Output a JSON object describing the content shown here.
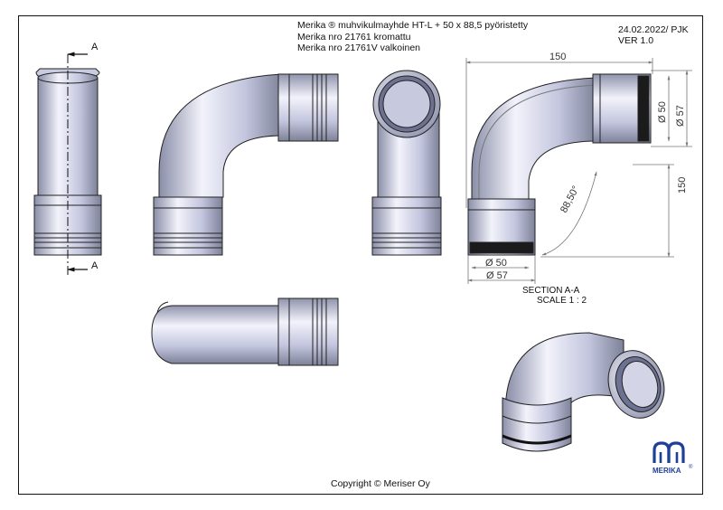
{
  "title_block": {
    "line1": "Merika ®  muhvikulmayhde HT-L + 50 x 88,5 pyöristetty",
    "line2": "Merika nro  21761  kromattu",
    "line3": "Merika nro  21761V  valkoinen",
    "date": "24.02.2022/ PJK",
    "version": "VER 1.0"
  },
  "section_marker": {
    "label_top": "A",
    "label_bottom": "A"
  },
  "dimensions": {
    "top_width": "150",
    "right_height": "150",
    "inner_diameter_top": "Ø 50",
    "outer_diameter_top": "Ø 57",
    "angle": "88,50°",
    "inner_diameter_bottom": "Ø 50",
    "outer_diameter_bottom": "Ø 57"
  },
  "section_caption": {
    "line1": "SECTION A-A",
    "line2": "SCALE 1 : 2"
  },
  "logo": {
    "text": "MERIKA",
    "mark": "®"
  },
  "copyright": "Copyright © Meriser Oy",
  "colors": {
    "line": "#111111",
    "pipe_light": "#e8e9f6",
    "pipe_mid": "#b9bcd6",
    "pipe_dark": "#6f7390",
    "logo_blue": "#1f3f99"
  }
}
